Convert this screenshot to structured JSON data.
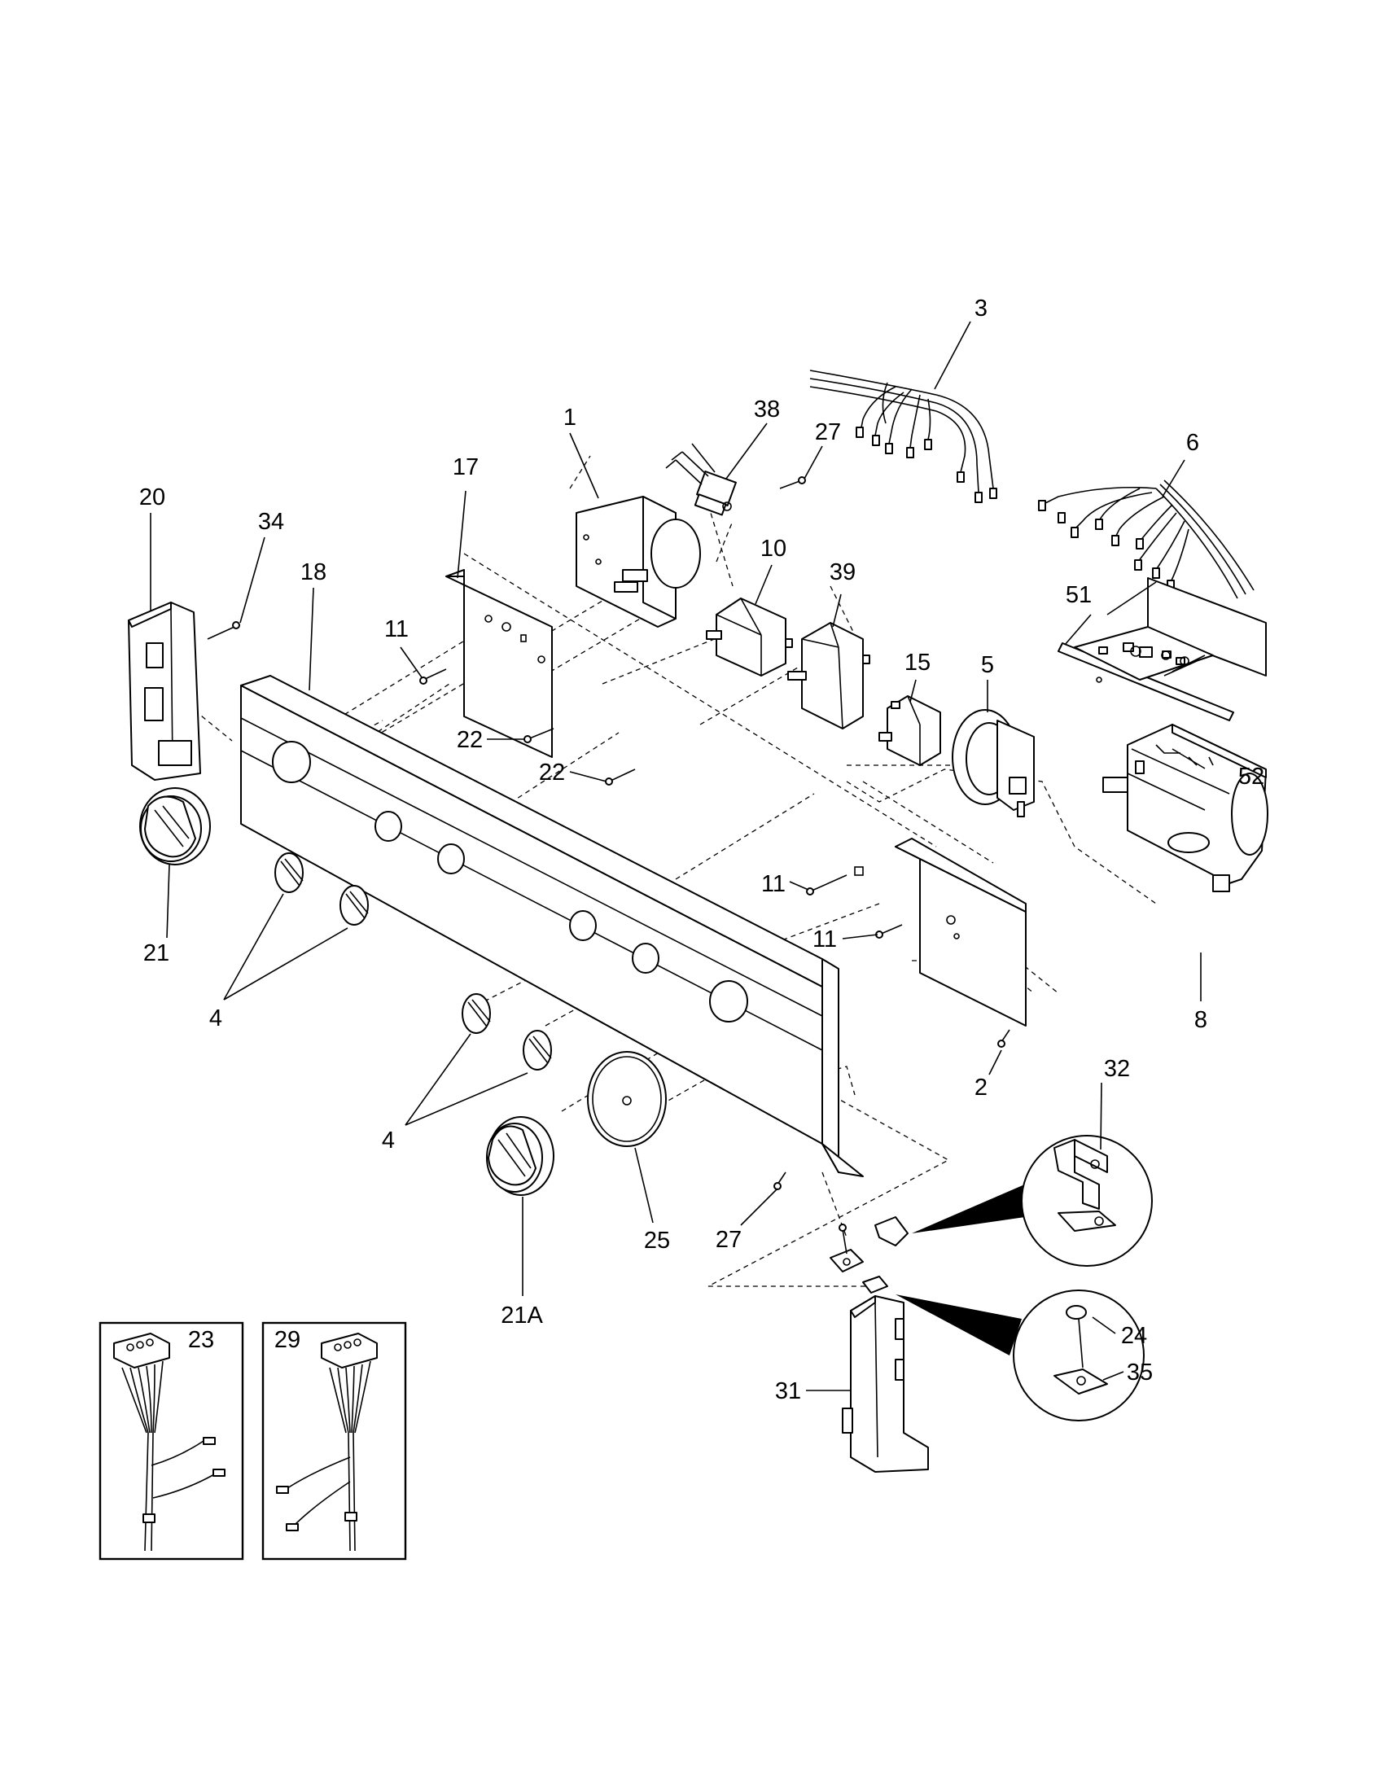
{
  "labels": {
    "p1": "1",
    "p2": "2",
    "p3": "3",
    "p4a": "4",
    "p4b": "4",
    "p5": "5",
    "p6": "6",
    "p8": "8",
    "p10": "10",
    "p11a": "11",
    "p11b": "11",
    "p11c": "11",
    "p15": "15",
    "p17": "17",
    "p18": "18",
    "p20": "20",
    "p21": "21",
    "p21a": "21A",
    "p22a": "22",
    "p22b": "22",
    "p23": "23",
    "p24": "24",
    "p25": "25",
    "p27a": "27",
    "p27b": "27",
    "p29": "29",
    "p31": "31",
    "p32": "32",
    "p34": "34",
    "p35": "35",
    "p38": "38",
    "p39": "39",
    "p51": "51",
    "p52": "52"
  }
}
